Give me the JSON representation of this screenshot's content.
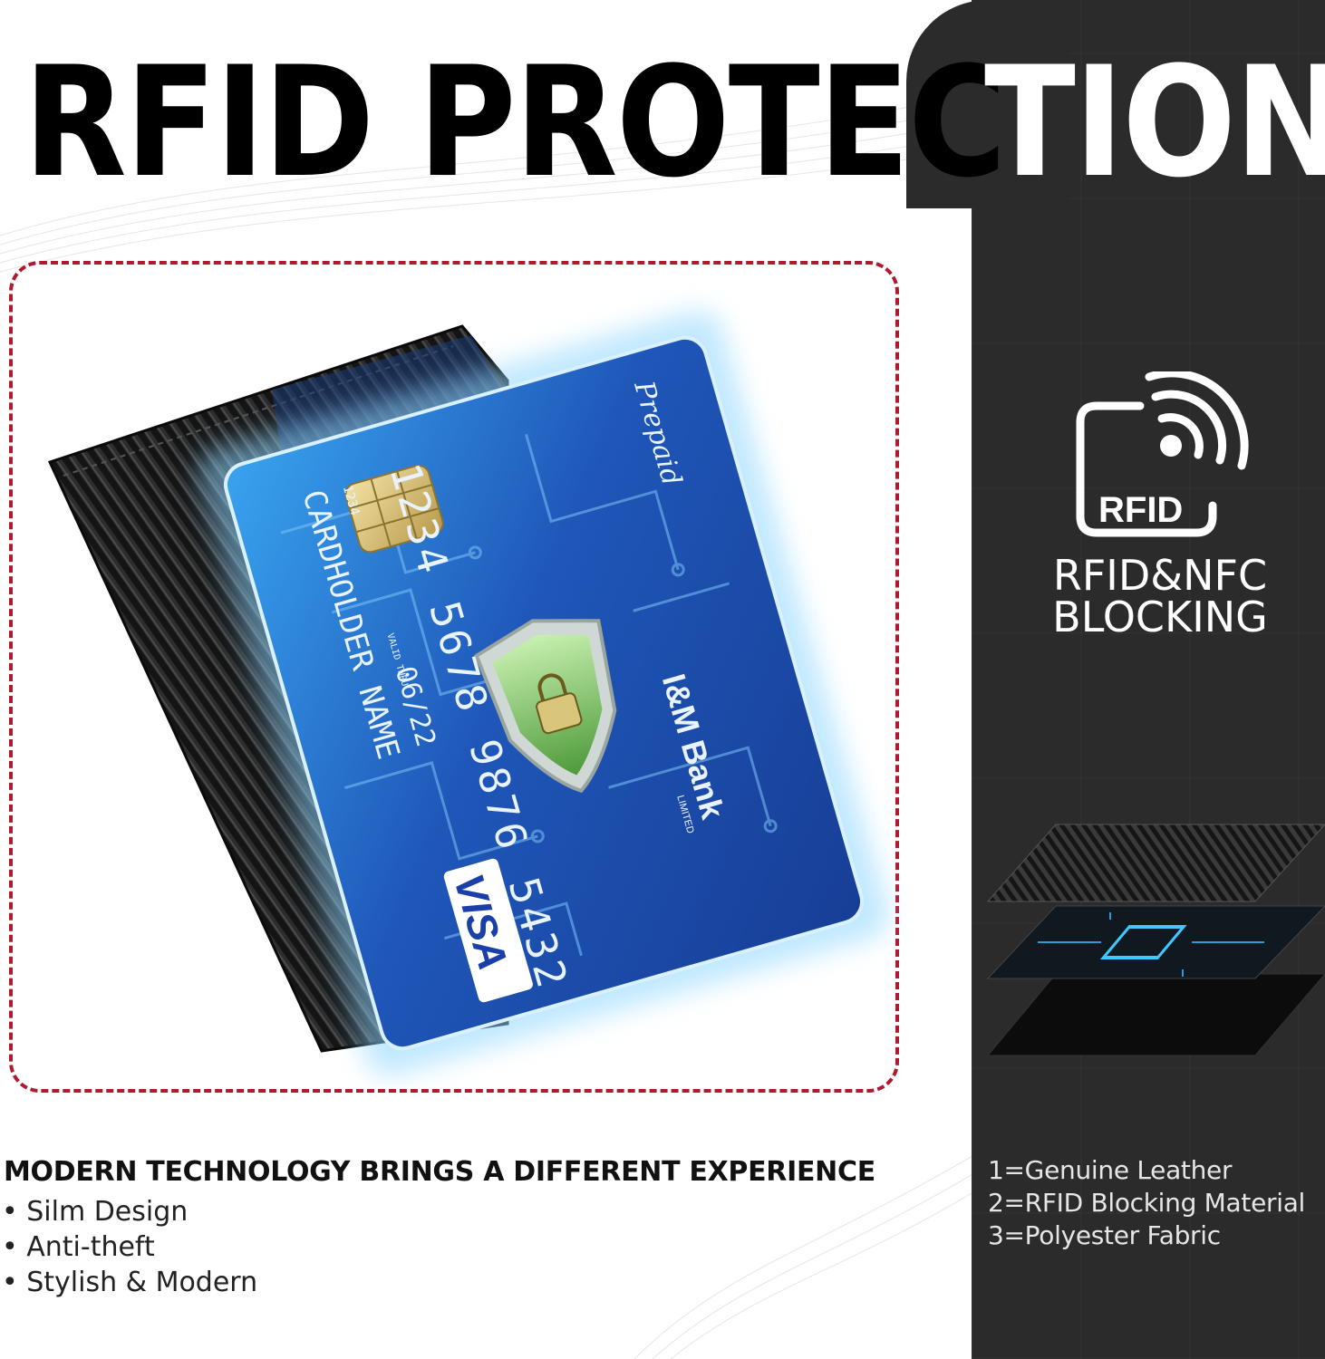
{
  "headline": {
    "dark_part": "RFID PROTEC",
    "light_part": "TION"
  },
  "card": {
    "type_label": "Prepaid",
    "number": "1234 5678 9876 5432",
    "small_number": "1234",
    "valid_label": "VALID THRU",
    "expiry": "06/22",
    "holder": "CARDHOLDER NAME",
    "bank_name": "I&M Bank",
    "bank_sub": "LIMITED",
    "network": "VISA"
  },
  "rfid_badge": {
    "icon_text": "RFID",
    "label_line1": "RFID&NFC",
    "label_line2": "BLOCKING"
  },
  "features": {
    "title": "MODERN TECHNOLOGY BRINGS A DIFFERENT EXPERIENCE",
    "items": [
      "Silm Design",
      "Anti-theft",
      "Stylish & Modern"
    ]
  },
  "layers_legend": [
    "1=Genuine Leather",
    "2=RFID Blocking Material",
    "3=Polyester Fabric"
  ],
  "colors": {
    "dashed_border": "#b01a2e",
    "dark_panel": "#2b2b2b",
    "card_blue": "#1f56b8",
    "glow": "#8fd6ff"
  }
}
